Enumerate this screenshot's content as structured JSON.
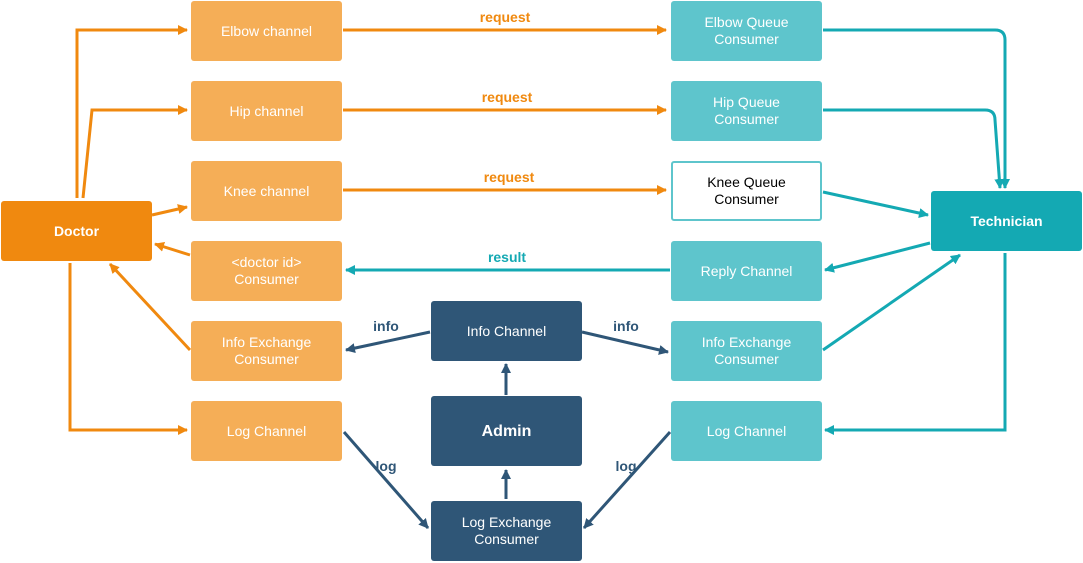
{
  "colors": {
    "orange": "#f0890f",
    "orange_light": "#f5ae57",
    "teal": "#14a9b3",
    "teal_light": "#5ec5cc",
    "navy": "#2f5677"
  },
  "nodes": {
    "doctor": "Doctor",
    "technician": "Technician",
    "admin": "Admin",
    "elbow_channel": "Elbow channel",
    "hip_channel": "Hip channel",
    "knee_channel": "Knee channel",
    "doctor_id_consumer": "<doctor id>\nConsumer",
    "info_exchange_consumer_left": "Info Exchange\nConsumer",
    "log_channel_left": "Log Channel",
    "elbow_queue_consumer": "Elbow Queue\nConsumer",
    "hip_queue_consumer": "Hip Queue\nConsumer",
    "knee_queue_consumer": "Knee Queue\nConsumer",
    "reply_channel": "Reply Channel",
    "info_exchange_consumer_right": "Info Exchange\nConsumer",
    "log_channel_right": "Log Channel",
    "info_channel": "Info Channel",
    "log_exchange_consumer": "Log Exchange\nConsumer"
  },
  "edge_labels": {
    "request_elbow": "request",
    "request_hip": "request",
    "request_knee": "request",
    "result": "result",
    "info_left": "info",
    "info_right": "info",
    "log_left": "log",
    "log_right": "log"
  }
}
